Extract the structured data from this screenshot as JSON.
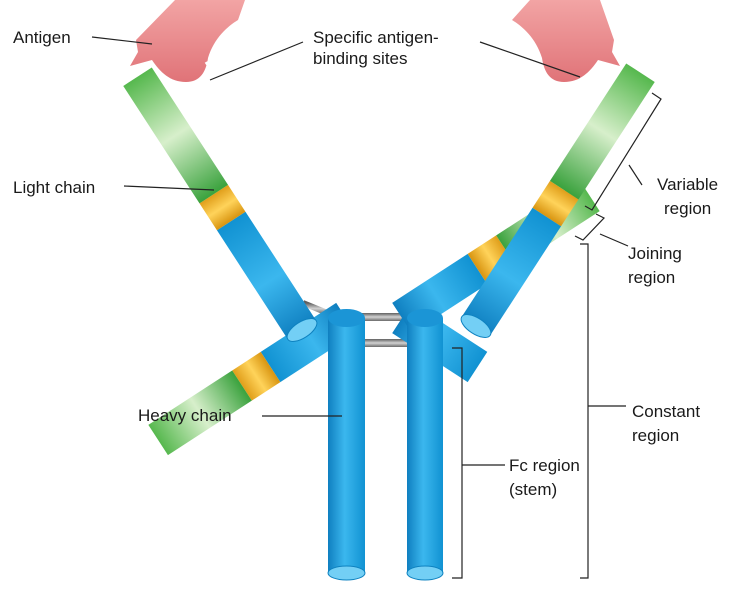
{
  "labels": {
    "antigen": "Antigen",
    "binding_sites_line1": "Specific antigen-",
    "binding_sites_line2": "binding sites",
    "light_chain": "Light chain",
    "heavy_chain": "Heavy chain",
    "variable_line1": "Variable",
    "variable_line2": "region",
    "joining_line1": "Joining",
    "joining_line2": "region",
    "constant_line1": "Constant",
    "constant_line2": "region",
    "fc_line1": "Fc region",
    "fc_line2": "(stem)"
  },
  "colors": {
    "heavy_chain": "#1ea7e1",
    "light_chain_constant": "#1ea7e1",
    "variable_region": "#5cbf5c",
    "joining_region": "#f0b02a",
    "antigen": "#ec8b8d",
    "disulfide_bond": "#8a8a8a"
  }
}
